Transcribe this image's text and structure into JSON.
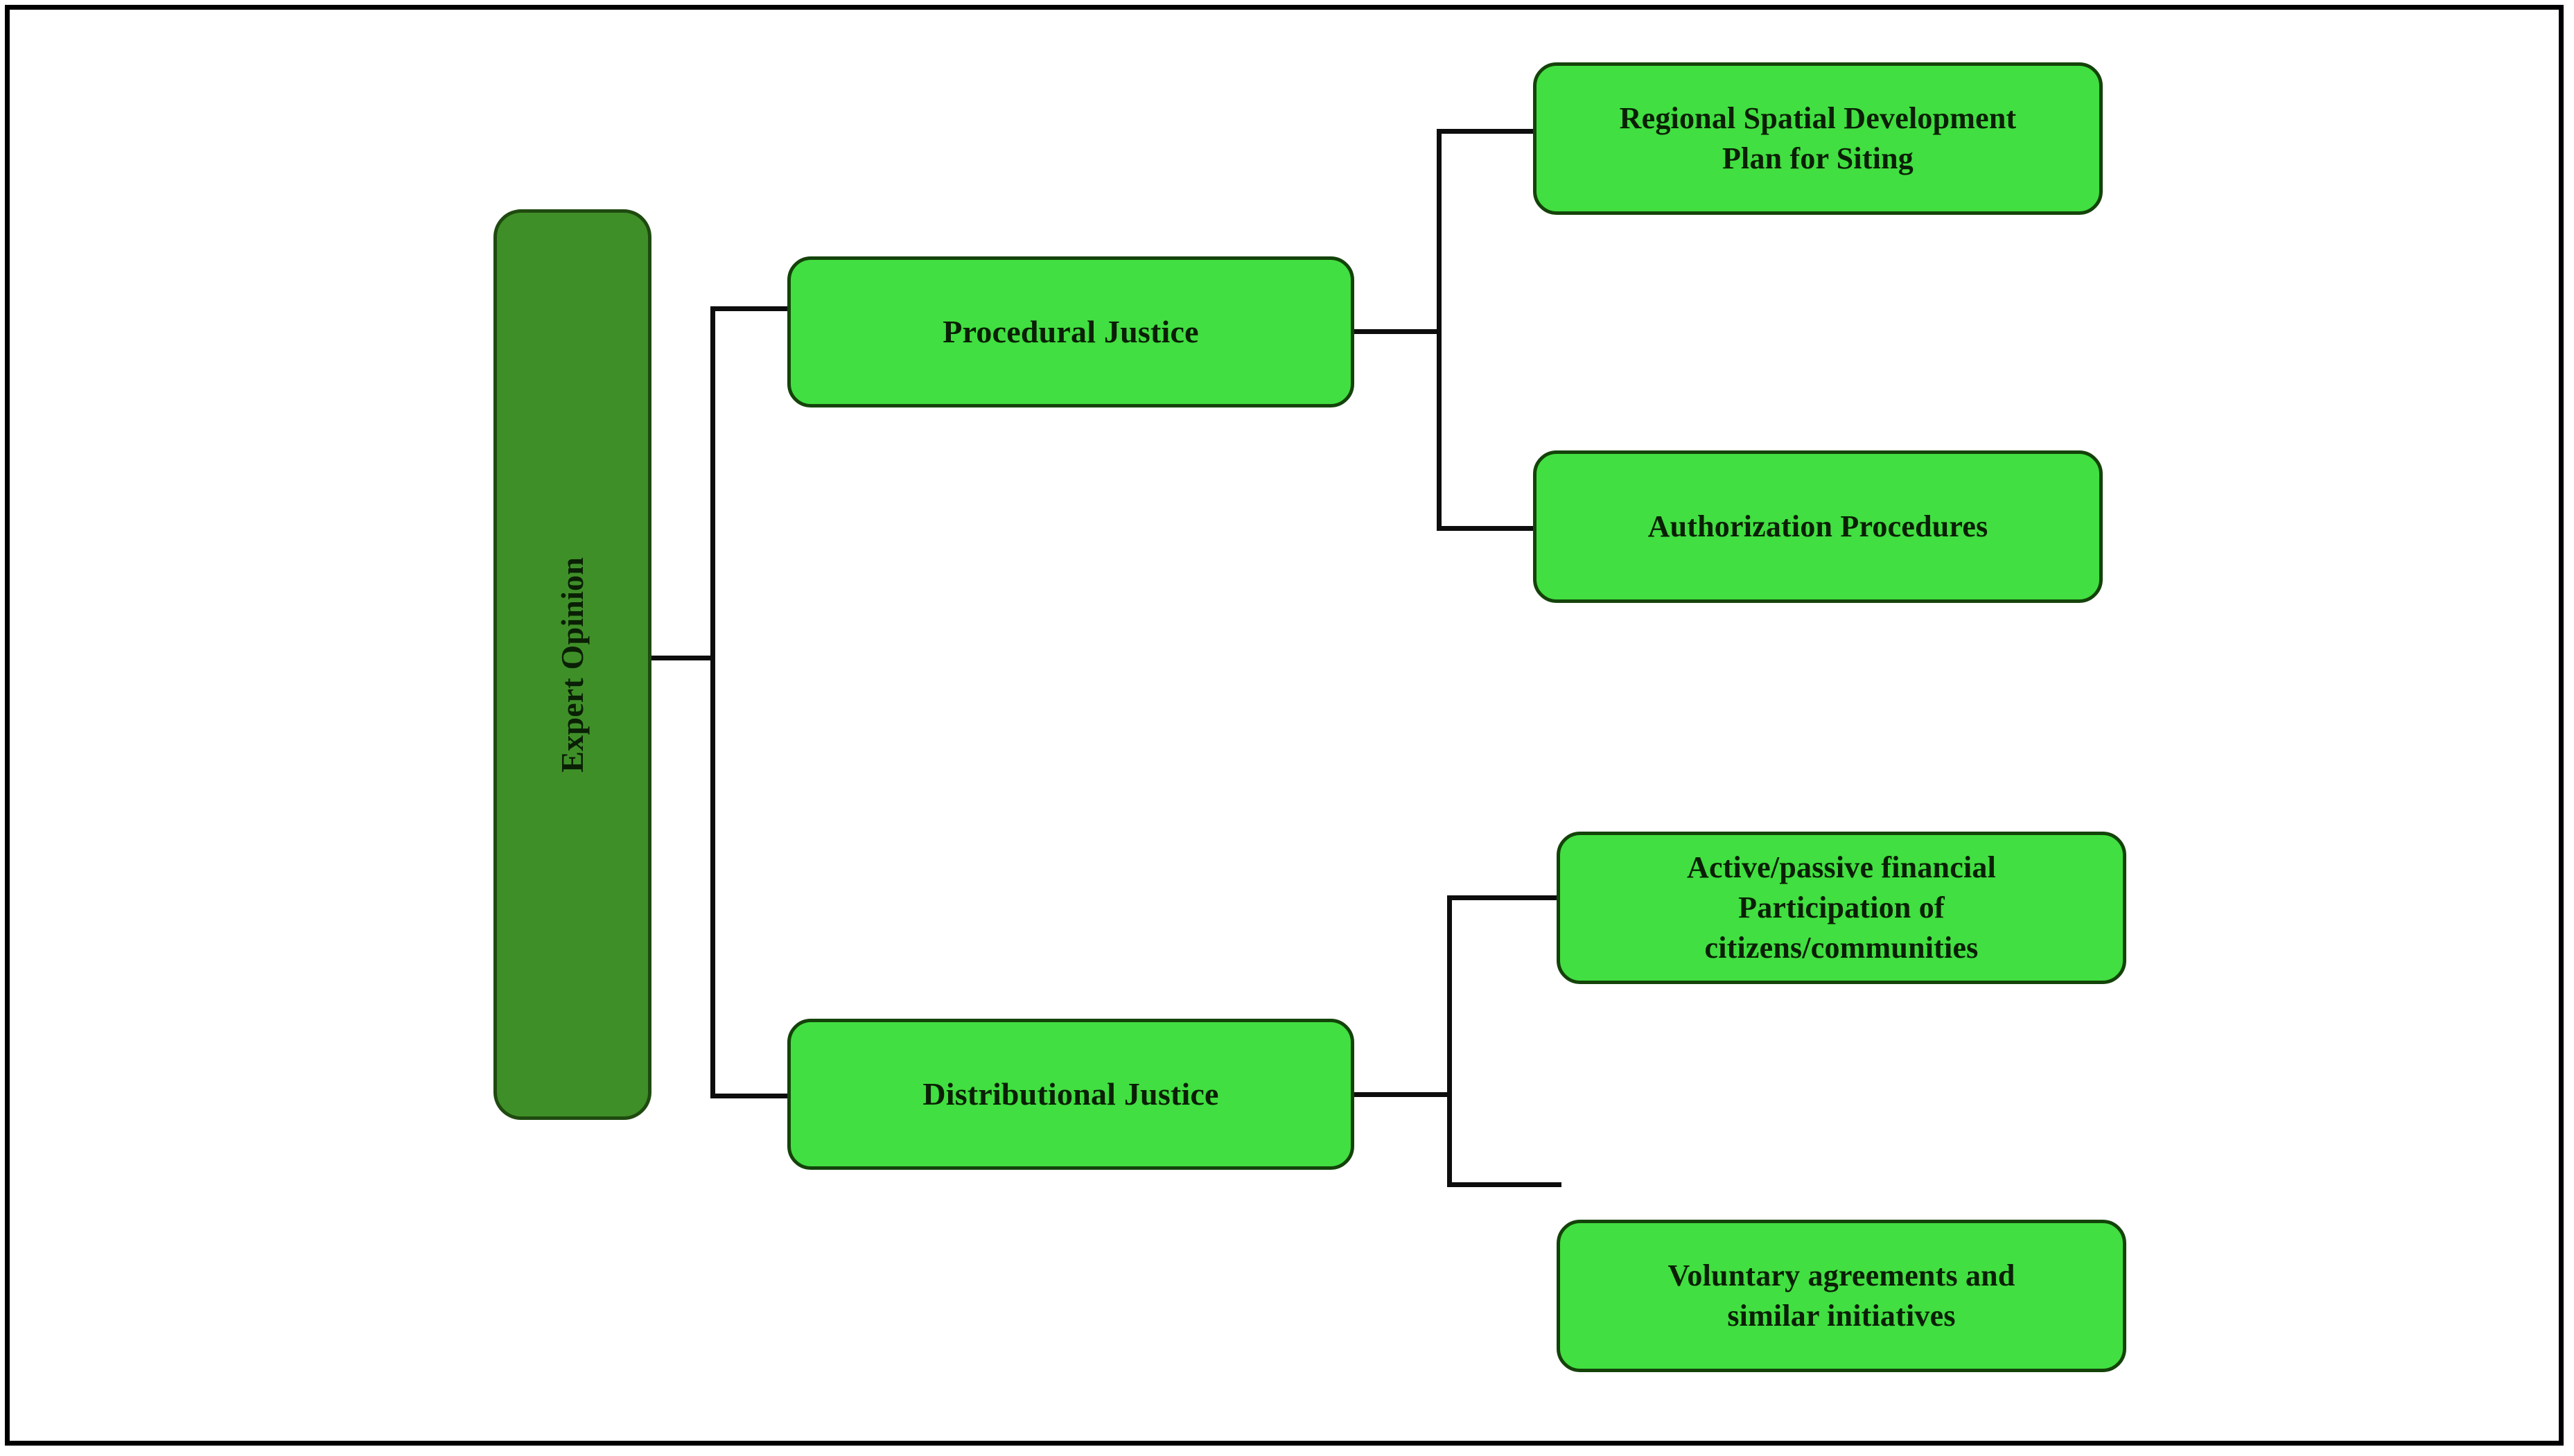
{
  "diagram": {
    "type": "tree",
    "orientation": "left-to-right",
    "title": "",
    "colors": {
      "frame_border": "#000000",
      "canvas_background": "#ffffff",
      "root_fill": "#3f8f28",
      "root_border": "#1f4a10",
      "node_fill": "#41df41",
      "node_border": "#14430a",
      "text": "#0a1f05",
      "connector": "#0d0d0d"
    },
    "root": {
      "label": "Expert Opinion",
      "orientation": "vertical-text"
    },
    "branches": [
      {
        "label": "Procedural Justice",
        "children": [
          {
            "label": "Regional Spatial Development\nPlan for Siting"
          },
          {
            "label": "Authorization Procedures"
          }
        ]
      },
      {
        "label": "Distributional  Justice",
        "children": [
          {
            "label": "Active/passive financial\nParticipation  of\ncitizens/communities"
          },
          {
            "label": "Voluntary agreements and\nsimilar initiatives"
          }
        ]
      }
    ]
  }
}
